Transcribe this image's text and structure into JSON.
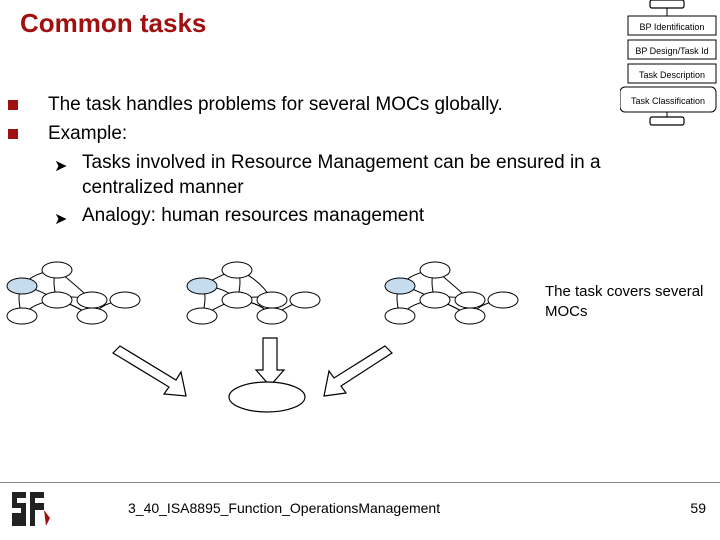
{
  "title": "Common tasks",
  "steps": [
    "BP Identification",
    "BP Design/Task Id",
    "Task Description",
    "Task Classification"
  ],
  "bullets": [
    "The task handles problems for several MOCs globally.",
    "Example:"
  ],
  "sub_bullets": [
    "Tasks involved in Resource Management can be ensured in a centralized manner",
    "Analogy: human resources management"
  ],
  "cover_text": "The task covers several MOCs",
  "footer": "3_40_ISA8895_Function_OperationsManagement",
  "page_number": "59",
  "colors": {
    "title": "#a01010",
    "bullet_square": "#a01010",
    "highlight_node": "#c5dcef"
  }
}
